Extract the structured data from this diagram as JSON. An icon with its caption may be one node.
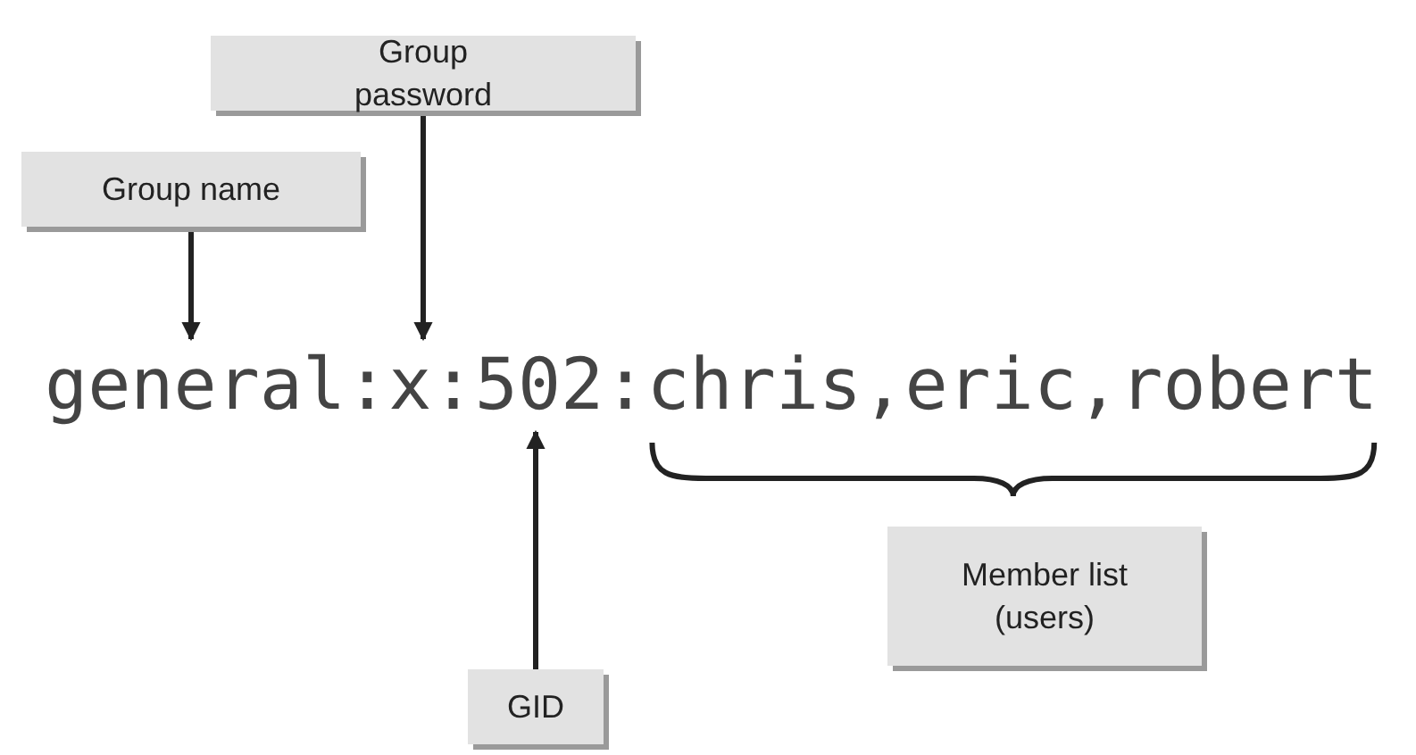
{
  "diagram": {
    "nodes": [
      {
        "text": [
          "Group password"
        ]
      },
      {
        "text": [
          "Group name"
        ]
      },
      {
        "text": [
          "general"
        ]
      },
      {
        "text": [
          "x"
        ]
      },
      {
        "text": [
          "502"
        ]
      },
      {
        "text": [
          "chris,eric,robert"
        ]
      },
      {
        "text": [
          "Member list (users)"
        ]
      },
      {
        "text": [
          "GID"
        ]
      }
    ],
    "edges": [
      {
        "from": 1,
        "to": 2,
        "arrow": "to"
      },
      {
        "from": 0,
        "to": 3,
        "arrow": "to"
      },
      {
        "from": 7,
        "to": 4,
        "arrow": "to"
      }
    ],
    "labels": [
      ":",
      ":",
      ":"
    ]
  }
}
